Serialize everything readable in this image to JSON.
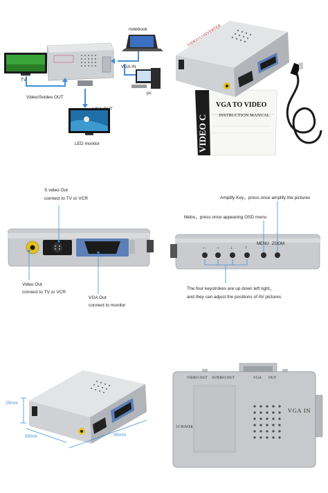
{
  "panel1": {
    "labels": {
      "notebook": "notebook",
      "tv": "TV",
      "vga_in": "VGA IN",
      "pc": "pc",
      "video_out": "Video/Svideo OUT",
      "vga_out": "VGA OUT",
      "led_monitor": "LED monitor"
    },
    "device_title": "VIDEO CONVERTER",
    "manual": {
      "side": "VIDEO C",
      "title": "VGA TO VIDEO",
      "subtitle": "INSTRUCTION MANUAL"
    }
  },
  "panel2": {
    "svideo_label_1": "S video Out",
    "svideo_label_2": "connect to TV or VCR",
    "video_label_1": "Video Out",
    "video_label_2": "connect to TV or VCR",
    "vga_label_1": "VGA Out",
    "vga_label_2": "connect to monitor",
    "amplify_label": "Amplify Key，press once amplify the pictures",
    "menu_label": "Mebu，press once appearing OSD menu",
    "menu_text": "MENU",
    "zoom_text": "ZOOM",
    "keys_label_1": "The four keystrokes are up down left right，",
    "keys_label_2": "and they can adjust the positions of AV pictures"
  },
  "panel3": {
    "dim_height": "25mm",
    "dim_depth": "55mm",
    "dim_width": "95mm",
    "video_out": "VIDEO OUT",
    "svideo_out": "SVIDEO OUT",
    "vga": "VGA",
    "out": "OUT",
    "vga_in": "VGA IN",
    "power": "5V POWER"
  },
  "colors": {
    "accent": "#3f8fd6",
    "silver": "#c9cbce",
    "yellow": "#e8c21c"
  }
}
